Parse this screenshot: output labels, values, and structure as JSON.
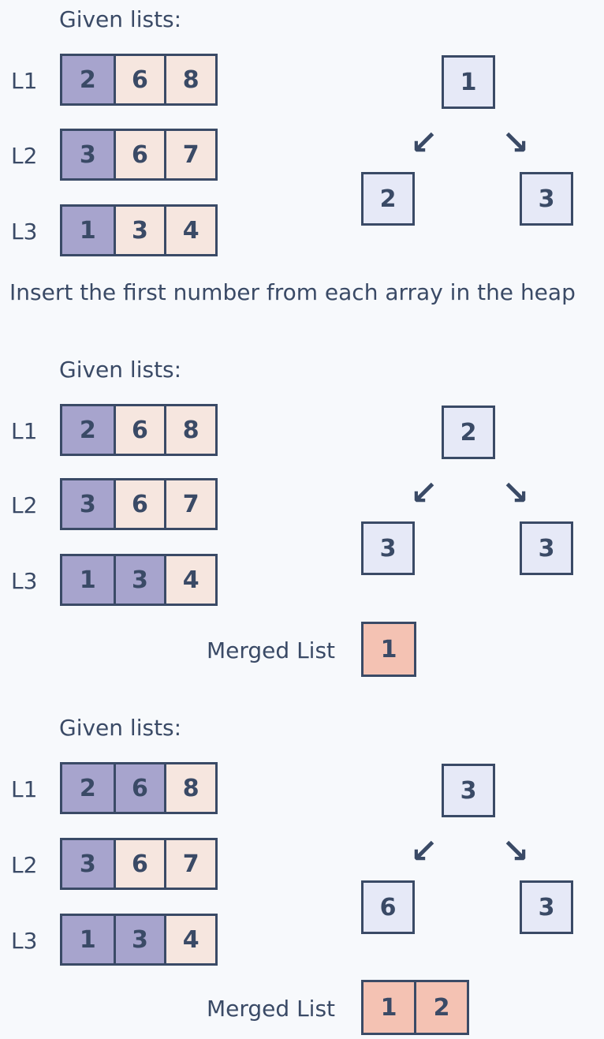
{
  "caption": "Insert the first number from each array in the heap",
  "steps": [
    {
      "heading": "Given lists:",
      "lists": [
        {
          "label": "L1",
          "values": [
            "2",
            "6",
            "8"
          ],
          "used": [
            true,
            false,
            false
          ]
        },
        {
          "label": "L2",
          "values": [
            "3",
            "6",
            "7"
          ],
          "used": [
            true,
            false,
            false
          ]
        },
        {
          "label": "L3",
          "values": [
            "1",
            "3",
            "4"
          ],
          "used": [
            true,
            false,
            false
          ]
        }
      ],
      "heap": {
        "root": "1",
        "left": "2",
        "right": "3"
      },
      "merged_label": "",
      "merged": []
    },
    {
      "heading": "Given lists:",
      "lists": [
        {
          "label": "L1",
          "values": [
            "2",
            "6",
            "8"
          ],
          "used": [
            true,
            false,
            false
          ]
        },
        {
          "label": "L2",
          "values": [
            "3",
            "6",
            "7"
          ],
          "used": [
            true,
            false,
            false
          ]
        },
        {
          "label": "L3",
          "values": [
            "1",
            "3",
            "4"
          ],
          "used": [
            true,
            true,
            false
          ]
        }
      ],
      "heap": {
        "root": "2",
        "left": "3",
        "right": "3"
      },
      "merged_label": "Merged List",
      "merged": [
        "1"
      ]
    },
    {
      "heading": "Given lists:",
      "lists": [
        {
          "label": "L1",
          "values": [
            "2",
            "6",
            "8"
          ],
          "used": [
            true,
            true,
            false
          ]
        },
        {
          "label": "L2",
          "values": [
            "3",
            "6",
            "7"
          ],
          "used": [
            true,
            false,
            false
          ]
        },
        {
          "label": "L3",
          "values": [
            "1",
            "3",
            "4"
          ],
          "used": [
            true,
            true,
            false
          ]
        }
      ],
      "heap": {
        "root": "3",
        "left": "6",
        "right": "3"
      },
      "merged_label": "Merged List",
      "merged": [
        "1",
        "2"
      ]
    }
  ],
  "colors": {
    "ink": "#3a4a66",
    "used_cell": "#a7a4cd",
    "fresh_cell": "#f6e6df",
    "heap_node": "#e6e9f7",
    "merged_cell": "#f4c2b3"
  }
}
